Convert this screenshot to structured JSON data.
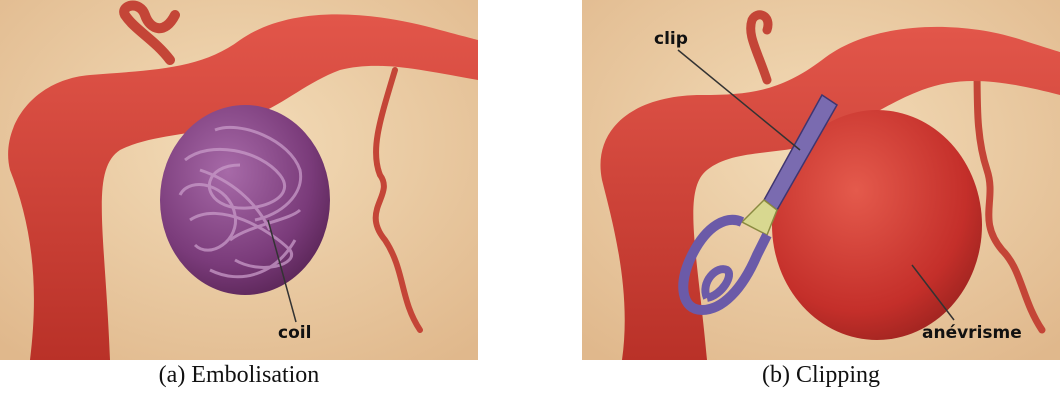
{
  "figures": [
    {
      "caption": "(a) Embolisation",
      "labels": {
        "coil": "coil"
      }
    },
    {
      "caption": "(b) Clipping",
      "labels": {
        "clip": "clip",
        "aneurysm": "anévrisme"
      }
    }
  ],
  "colors": {
    "background": "#e9c8a0",
    "artery": "#d0443a",
    "aneurysm_coil": "#7a3b7a",
    "aneurysm": "#c42f2a",
    "clip": "#7a6bb0",
    "clip_joint": "#d8d890"
  }
}
